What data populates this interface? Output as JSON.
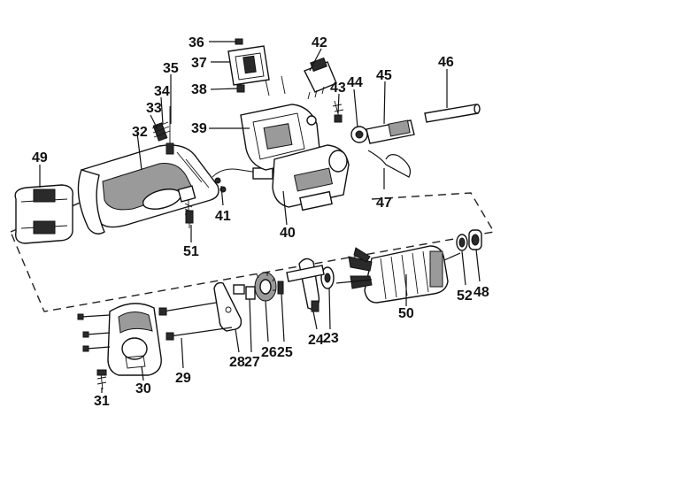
{
  "parts": {
    "p23": "23",
    "p24": "24",
    "p25": "25",
    "p26": "26",
    "p27": "27",
    "p28": "28",
    "p29": "29",
    "p30": "30",
    "p31": "31",
    "p32": "32",
    "p33": "33",
    "p34": "34",
    "p35": "35",
    "p36": "36",
    "p37": "37",
    "p38": "38",
    "p39": "39",
    "p40": "40",
    "p41": "41",
    "p42": "42",
    "p43": "43",
    "p44": "44",
    "p45": "45",
    "p46": "46",
    "p47": "47",
    "p48": "48",
    "p49": "49",
    "p50": "50",
    "p51": "51",
    "p52": "52"
  }
}
